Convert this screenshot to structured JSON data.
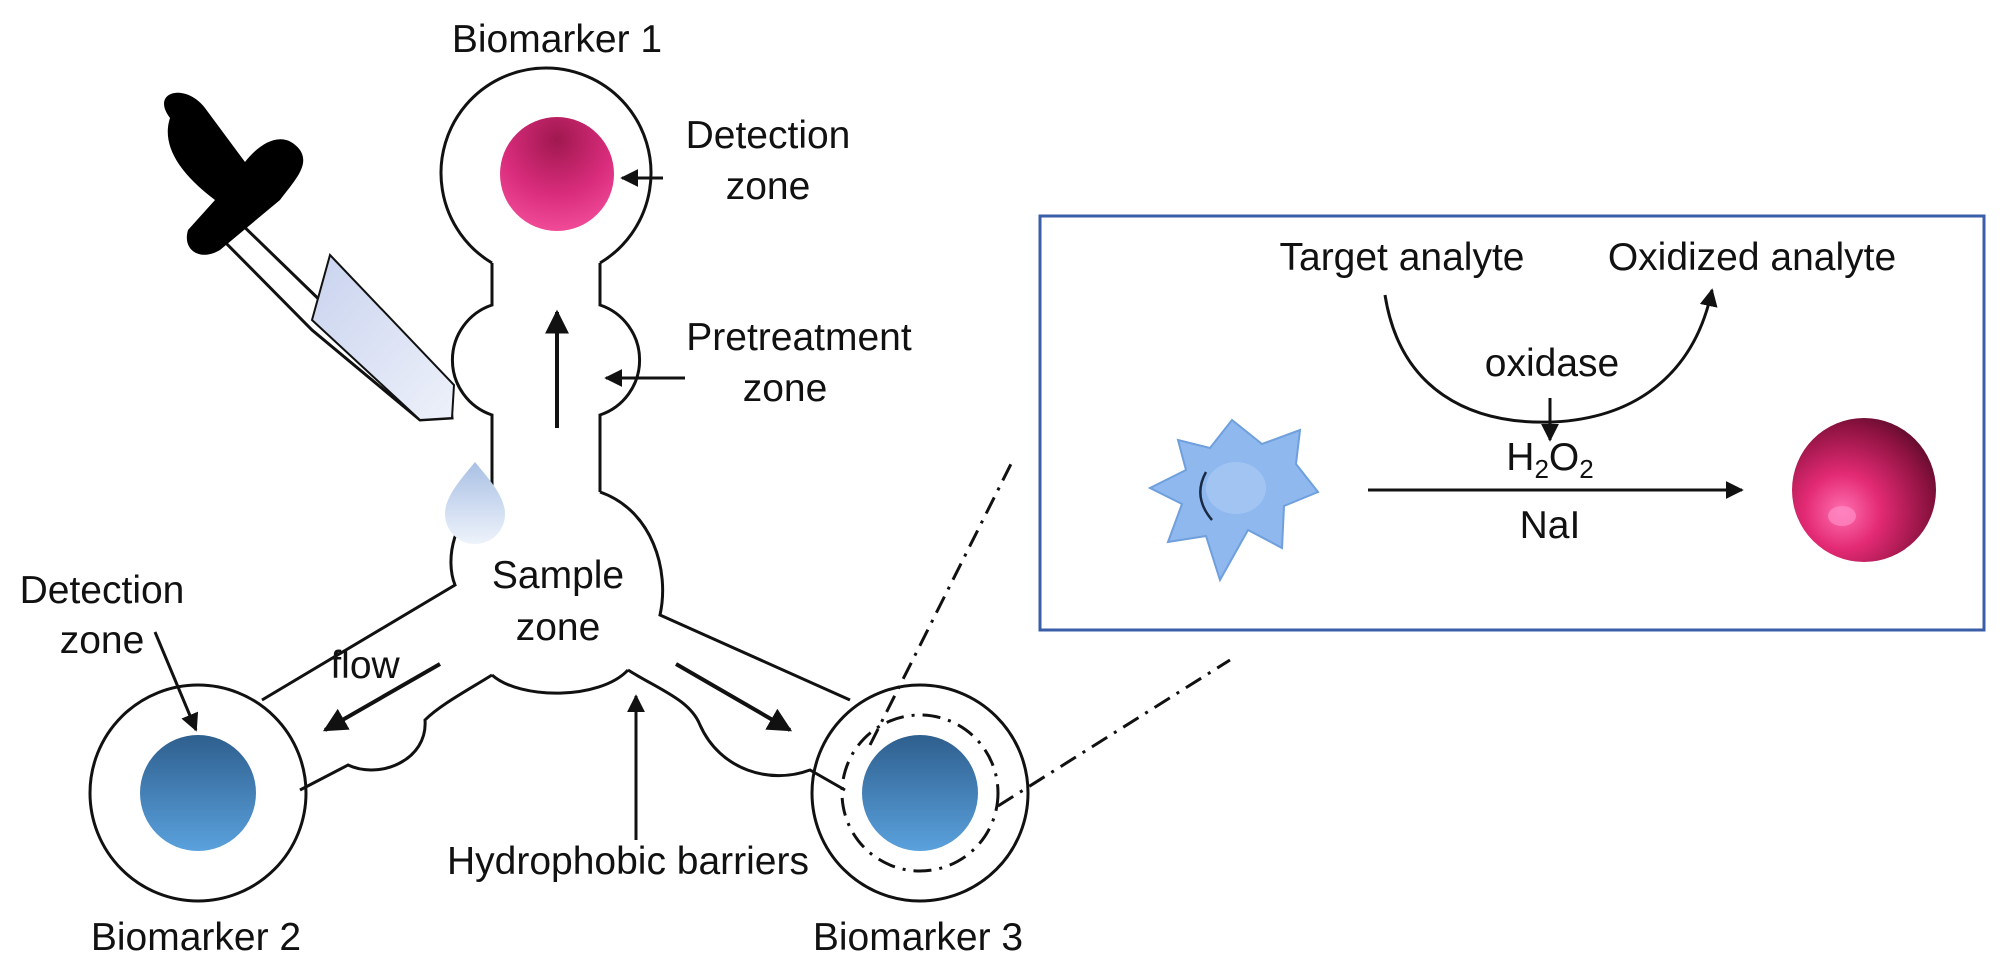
{
  "labels": {
    "biomarker1": "Biomarker 1",
    "biomarker2": "Biomarker 2",
    "biomarker3": "Biomarker 3",
    "detection_zone_top_line1": "Detection",
    "detection_zone_top_line2": "zone",
    "detection_zone_left_line1": "Detection",
    "detection_zone_left_line2": "zone",
    "pretreatment_line1": "Pretreatment",
    "pretreatment_line2": "zone",
    "sample_line1": "Sample",
    "sample_line2": "zone",
    "flow": "flow",
    "hydrophobic": "Hydrophobic barriers"
  },
  "reaction": {
    "substrate": "Target analyte",
    "product": "Oxidized analyte",
    "enzyme": "oxidase",
    "oxidant_h": "H",
    "oxidant_sub1": "2",
    "oxidant_o": "O",
    "oxidant_sub2": "2",
    "reagent": "NaI"
  },
  "colors": {
    "detection_pink": "#e23a86",
    "detection_blue": "#3f86c6",
    "frame_blue": "#3b5ea8",
    "nanostar": "#8fb8ee"
  }
}
